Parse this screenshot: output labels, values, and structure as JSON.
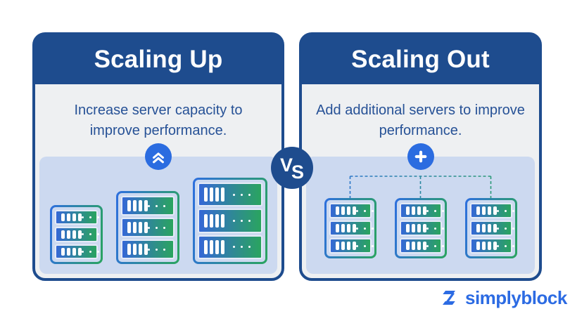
{
  "colors": {
    "dark_blue": "#1e4c8e",
    "text_blue": "#265196",
    "card_body": "#eef0f2",
    "panel_background": "#ccd9f0",
    "icon_circle_blue": "#2b6ce0",
    "server_gradient_blue": "#2e6fdf",
    "server_gradient_green": "#2aa45f",
    "logo_blue": "#2c6be3",
    "background": "#ffffff"
  },
  "cards": {
    "left": {
      "title": "Scaling Up",
      "description": "Increase server capacity to improve performance.",
      "icon": "double-chevron-up-icon",
      "servers": [
        {
          "label": "small-server",
          "racks": 3
        },
        {
          "label": "medium-server",
          "racks": 3
        },
        {
          "label": "large-server",
          "racks": 3
        }
      ]
    },
    "right": {
      "title": "Scaling Out",
      "description": "Add additional servers to improve performance.",
      "icon": "plus-icon",
      "servers": [
        {
          "label": "server-1",
          "racks": 3
        },
        {
          "label": "server-2",
          "racks": 3
        },
        {
          "label": "server-3",
          "racks": 3
        }
      ]
    }
  },
  "vs_badge": {
    "v": "V",
    "s": "S"
  },
  "brand": {
    "name": "simplyblock"
  }
}
